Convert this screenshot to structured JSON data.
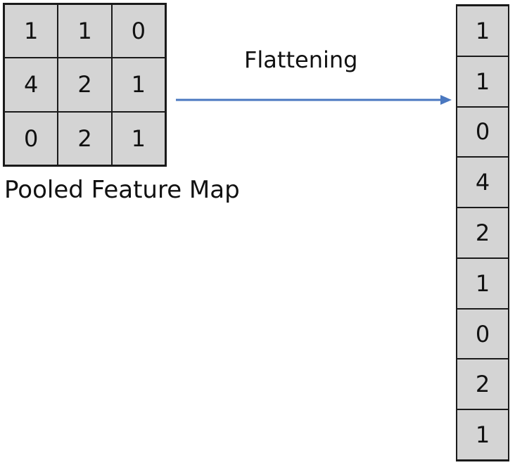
{
  "pooled_map": {
    "caption": "Pooled Feature Map",
    "rows": [
      [
        "1",
        "1",
        "0"
      ],
      [
        "4",
        "2",
        "1"
      ],
      [
        "0",
        "2",
        "1"
      ]
    ]
  },
  "arrow": {
    "label": "Flattening",
    "color": "#4a78c0"
  },
  "flattened": {
    "values": [
      "1",
      "1",
      "0",
      "4",
      "2",
      "1",
      "0",
      "2",
      "1"
    ]
  },
  "colors": {
    "cell_fill": "#d4d4d4",
    "border": "#1a1a1a"
  }
}
